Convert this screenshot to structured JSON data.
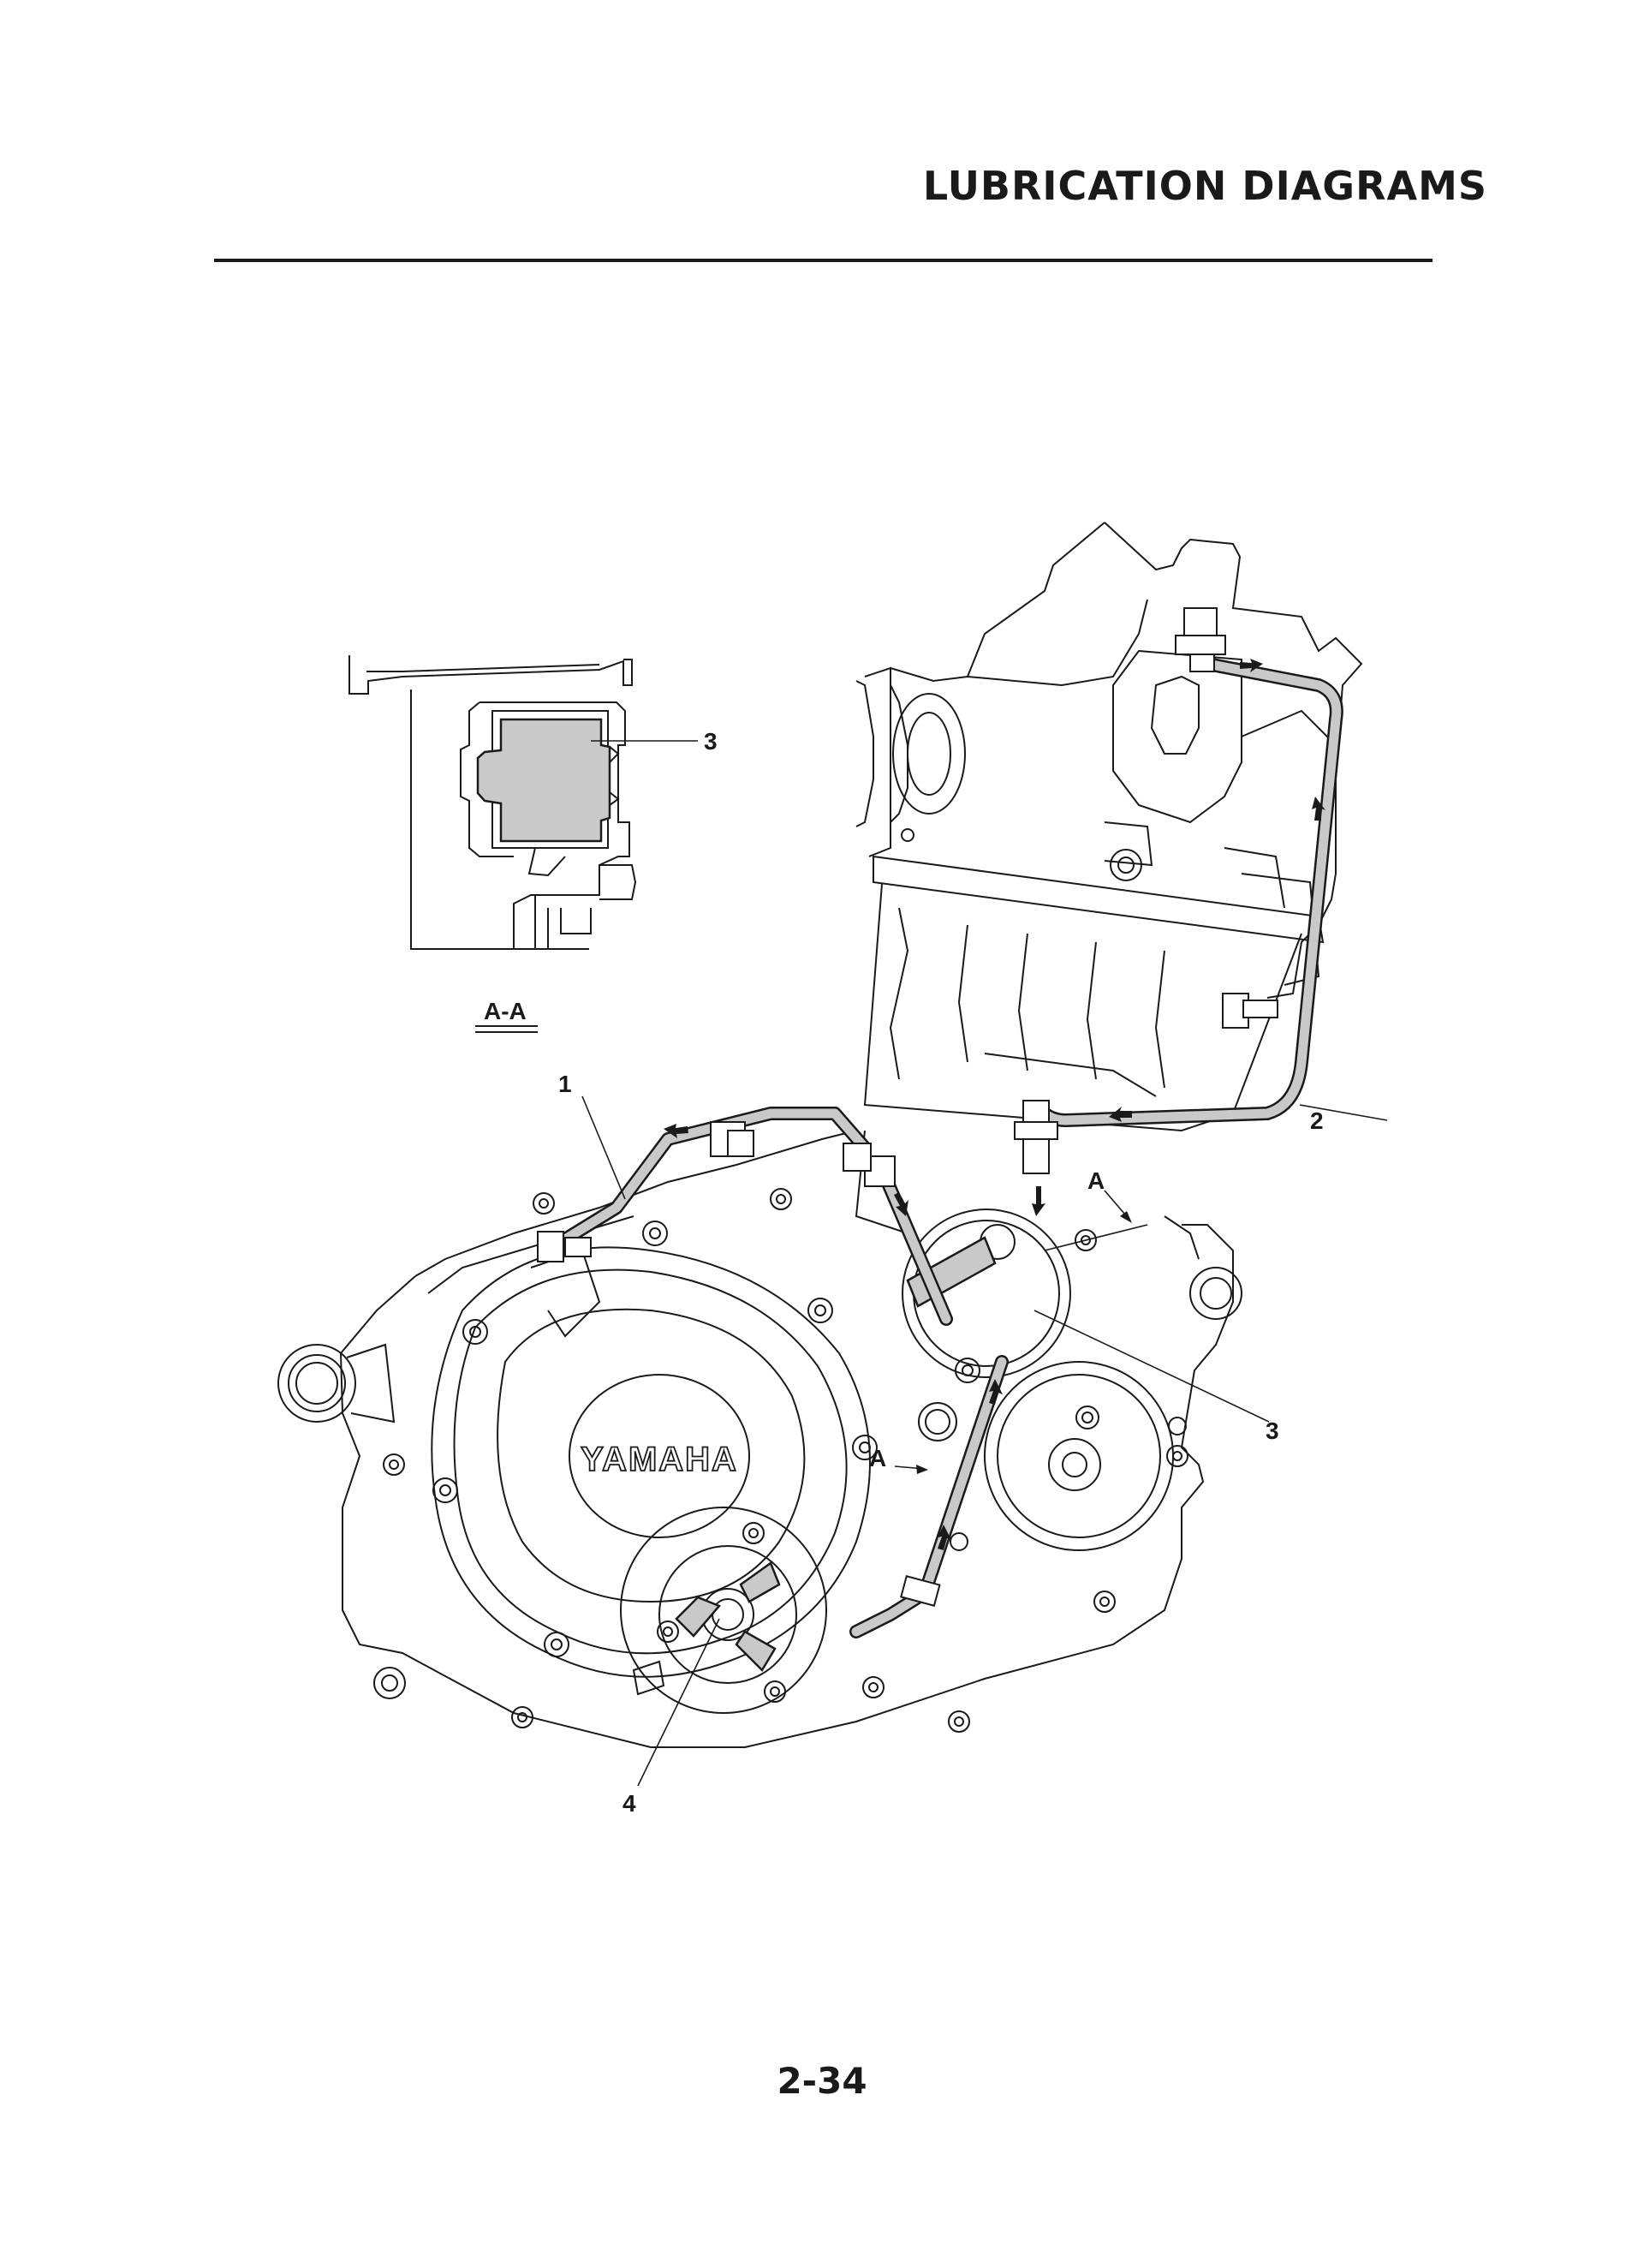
{
  "header": {
    "title": "LUBRICATION DIAGRAMS"
  },
  "footer": {
    "page_number": "2-34"
  },
  "diagram": {
    "inset": {
      "section_label": "A-A",
      "callout": "3"
    },
    "callouts": [
      {
        "id": "1",
        "label": "1"
      },
      {
        "id": "2",
        "label": "2"
      },
      {
        "id": "3",
        "label": "3"
      },
      {
        "id": "4",
        "label": "4"
      }
    ],
    "section_marks": [
      {
        "id": "upper",
        "label": "A"
      },
      {
        "id": "lower",
        "label": "A"
      }
    ],
    "brand_text": "YAMAHA"
  }
}
